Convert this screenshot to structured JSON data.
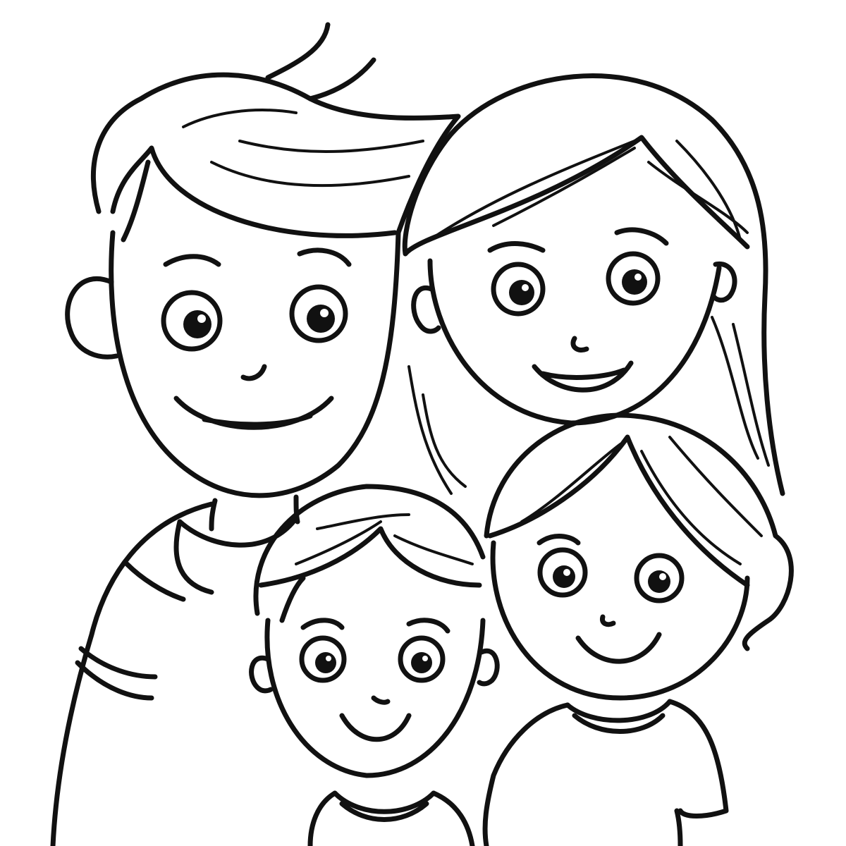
{
  "artwork": {
    "kind": "coloring-page",
    "figures": [
      "father",
      "mother",
      "son",
      "daughter"
    ],
    "line_color": "#111111",
    "background_color": "#ffffff"
  }
}
